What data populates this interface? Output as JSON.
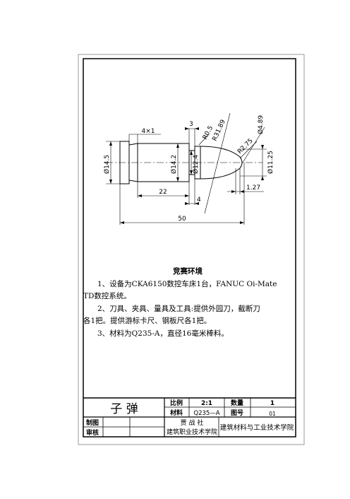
{
  "dimensions": {
    "chamfer": "4×1",
    "d_collar": "Ø14.5",
    "d_shank": "Ø14.2",
    "d_neck": "Ø12.4",
    "d_tip": "Ø11.25",
    "d_sphere": "Ø4.89",
    "r_fillet": "R0.5",
    "r_ogive": "R31.89",
    "r_tip": "R2.75",
    "len_neck": "3",
    "len_shank": "22",
    "len_step": "4",
    "len_tipoff": "1.27",
    "len_total": "50"
  },
  "text": {
    "title": "竞赛环境",
    "p1a": "1、设备为CKA6150数控车床1台，FANUC Oi-Mate",
    "p1b": "TD数控系统。",
    "p2a": "2、刀具、夹具、量具及工具:提供外园刀，截断刀",
    "p2b": "各1把。提供游标卡尺、钢板尺各1把。",
    "p3": "3、材料为Q235-A，直径16毫米棒料。"
  },
  "titleblock": {
    "part_name": "子  弹",
    "scale_label": "比例",
    "scale_value": "2:1",
    "qty_label": "数量",
    "qty_value": "1",
    "material_label": "材料",
    "material_value": "Q235—A",
    "drawing_no_label": "图号",
    "drawing_no_value": "01",
    "drawn_label": "制图",
    "checked_label": "审核",
    "designer": "贾 战 社",
    "dept": "建筑职业技术学院",
    "school": "建筑材料与工业技术学院"
  }
}
